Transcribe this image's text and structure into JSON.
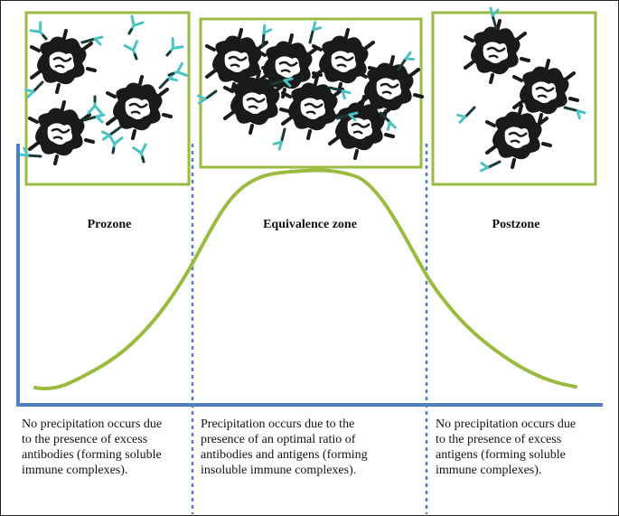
{
  "zones": [
    {
      "title": "Prozone",
      "description": [
        "No precipitation occurs due",
        "to the presence of excess",
        "antibodies (forming soluble",
        "immune complexes)."
      ]
    },
    {
      "title": "Equivalence zone",
      "description": [
        "Precipitation occurs due to the",
        "presence of an optimal ratio of",
        "antibodies and antigens (forming",
        "insoluble immune complexes)."
      ]
    },
    {
      "title": "Postzone",
      "description": [
        "No precipitation occurs due",
        "to the presence of excess",
        "antigens (forming soluble",
        "immune complexes)."
      ]
    }
  ],
  "colors": {
    "axis": "#4f81bd",
    "divider": "#4f81bd",
    "curve": "#9bbb40",
    "panel_border": "#9bbb40",
    "antigen": "#1a1a1a",
    "antibody_arm": "#4cc3c3",
    "antibody_stem": "#1a3a3a"
  }
}
